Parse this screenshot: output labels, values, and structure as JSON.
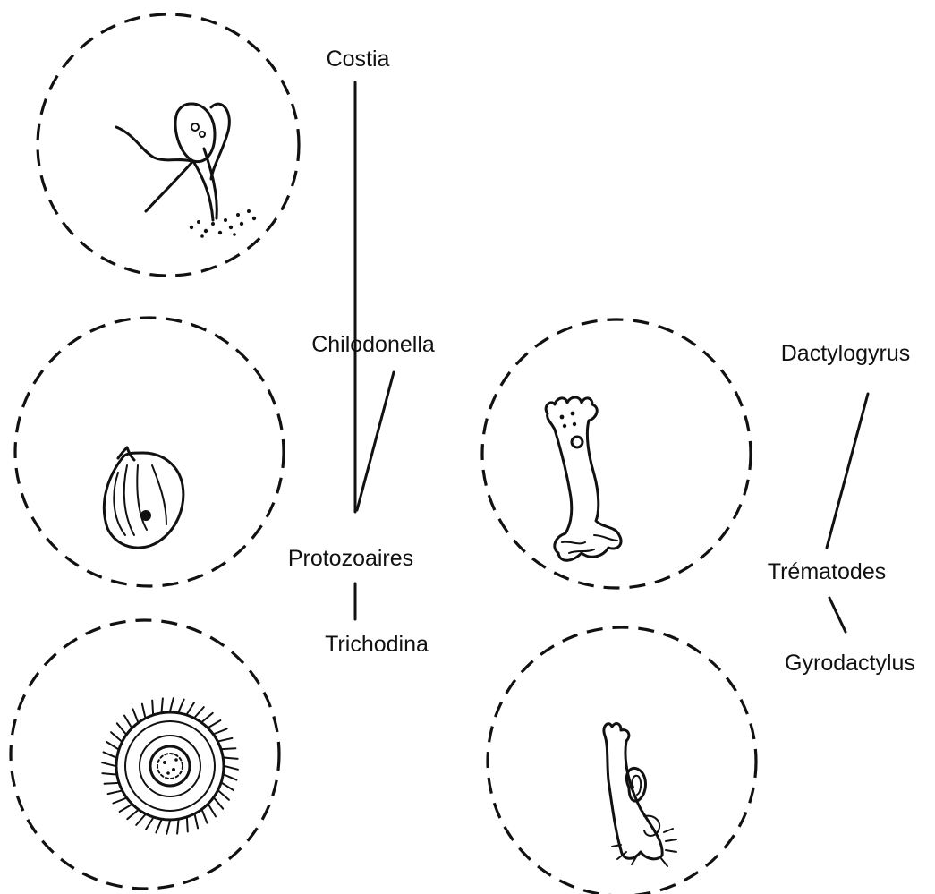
{
  "labels": {
    "costia": "Costia",
    "chilodonella": "Chilodonella",
    "protozoaires": "Protozoaires",
    "trichodina": "Trichodina",
    "dactylogyrus": "Dactylogyrus",
    "trematodes": "Trématodes",
    "gyrodactylus": "Gyrodactylus"
  }
}
